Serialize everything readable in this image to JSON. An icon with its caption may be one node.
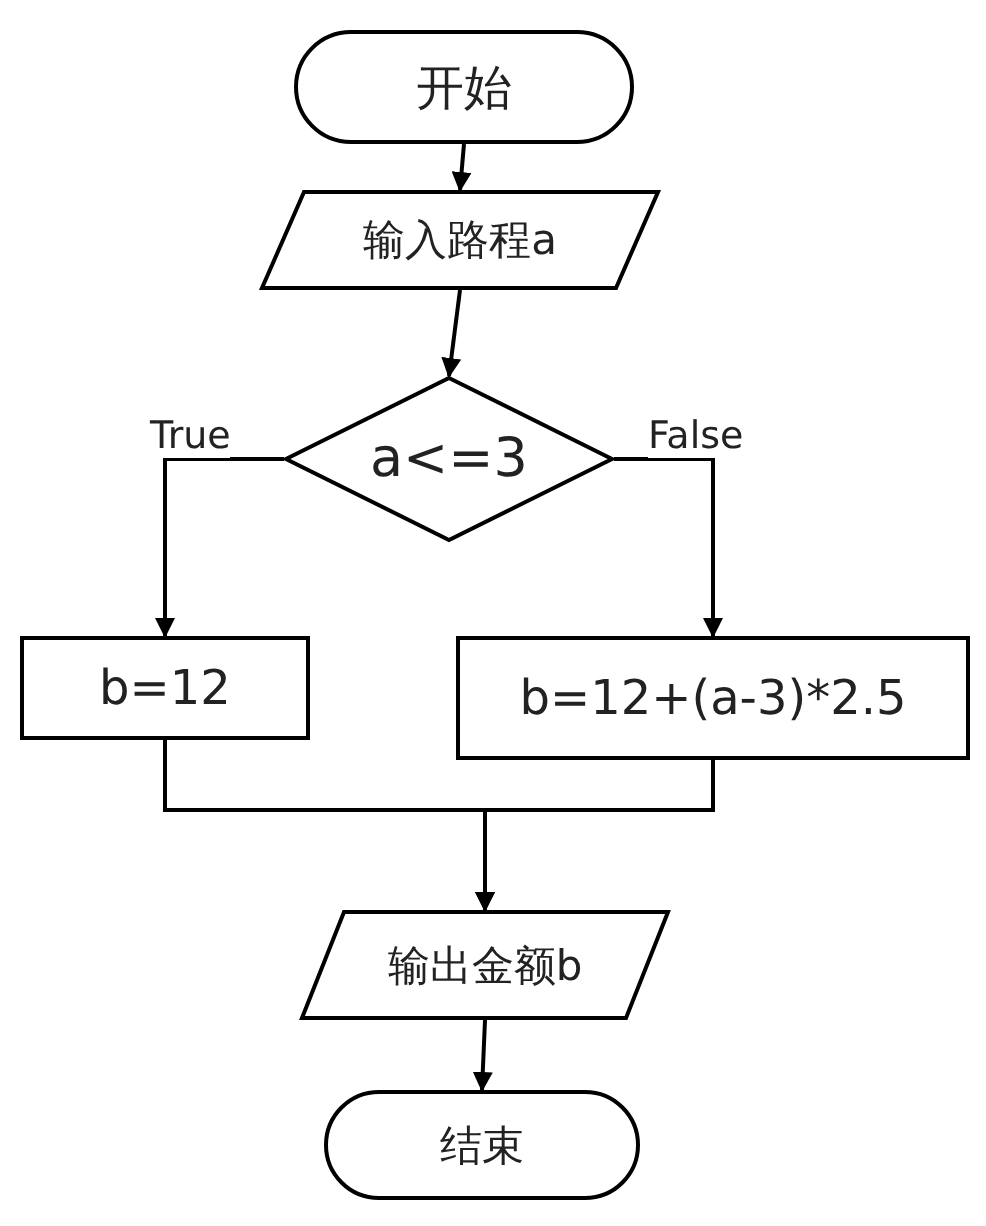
{
  "diagram": {
    "nodes": [
      {
        "text": [
          "开始"
        ]
      },
      {
        "text": [
          "输入路程a"
        ]
      },
      {
        "text": [
          "a<=3"
        ]
      },
      {
        "text": [
          "b=12"
        ]
      },
      {
        "text": [
          "b=12+(a-3)*2.5"
        ]
      },
      {
        "text": [
          "输出金额b"
        ]
      },
      {
        "text": [
          "结束"
        ]
      }
    ],
    "edges": [
      {
        "from": 0,
        "to": 1,
        "arrow": "to"
      },
      {
        "from": 1,
        "to": 2,
        "arrow": "to"
      },
      {
        "from": 2,
        "to": 3,
        "arrow": "to",
        "label": "True"
      },
      {
        "from": 2,
        "to": 4,
        "arrow": "to",
        "label": "False"
      },
      {
        "from": 3,
        "to": 5,
        "arrow": "to"
      },
      {
        "from": 4,
        "to": 5,
        "arrow": "to"
      },
      {
        "from": 5,
        "to": 6,
        "arrow": "to"
      }
    ]
  }
}
